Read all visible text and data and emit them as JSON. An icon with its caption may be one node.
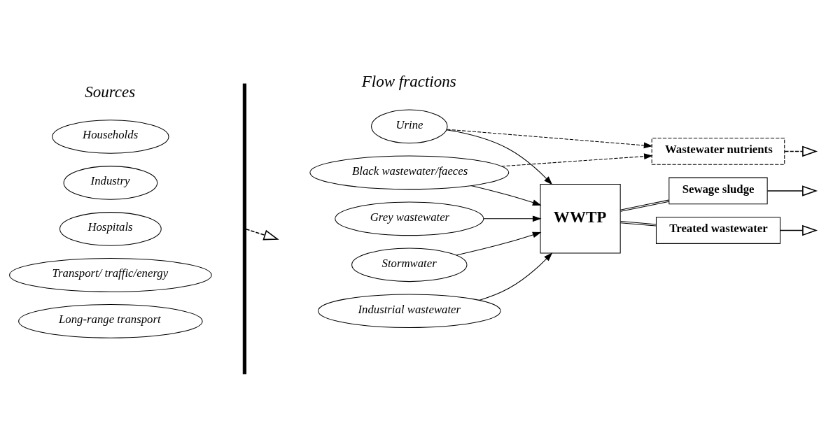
{
  "diagram": {
    "nodes": [
      {
        "text": [
          "Households"
        ]
      },
      {
        "text": [
          "Industry"
        ]
      },
      {
        "text": [
          "Hospitals"
        ]
      },
      {
        "text": [
          "Transport/ traffic/energy"
        ]
      },
      {
        "text": [
          "Long-range transport"
        ]
      },
      {
        "text": [
          "Urine"
        ]
      },
      {
        "text": [
          "Black wastewater/faeces"
        ]
      },
      {
        "text": [
          "Grey wastewater"
        ]
      },
      {
        "text": [
          "Stormwater"
        ]
      },
      {
        "text": [
          "Industrial wastewater"
        ]
      },
      {
        "text": [
          "WWTP"
        ]
      },
      {
        "text": [
          "Wastewater nutrients"
        ]
      },
      {
        "text": [
          "Sewage sludge"
        ]
      },
      {
        "text": [
          "Treated wastewater"
        ]
      },
      {
        "text": [],
        "shape": "bracket"
      }
    ],
    "edges": [
      {
        "from": 14,
        "to": null,
        "arrow": "to",
        "style": "dashed"
      },
      {
        "from": 5,
        "to": 11,
        "arrow": "to",
        "style": "dashed"
      },
      {
        "from": 6,
        "to": 11,
        "arrow": "to",
        "style": "dashed"
      },
      {
        "from": 5,
        "to": 10,
        "arrow": "to"
      },
      {
        "from": 6,
        "to": 10,
        "arrow": "to"
      },
      {
        "from": 7,
        "to": 10,
        "arrow": "to"
      },
      {
        "from": 8,
        "to": 10,
        "arrow": "to"
      },
      {
        "from": 9,
        "to": 10,
        "arrow": "to"
      },
      {
        "from": 10,
        "to": 12,
        "arrow": "none"
      },
      {
        "from": 10,
        "to": 13,
        "arrow": "none"
      },
      {
        "from": 11,
        "to": null,
        "arrow": "to",
        "style": "dashed"
      },
      {
        "from": 12,
        "to": null,
        "arrow": "to"
      },
      {
        "from": 13,
        "to": null,
        "arrow": "to"
      }
    ],
    "labels": [
      "Sources",
      "Flow fractions"
    ]
  }
}
